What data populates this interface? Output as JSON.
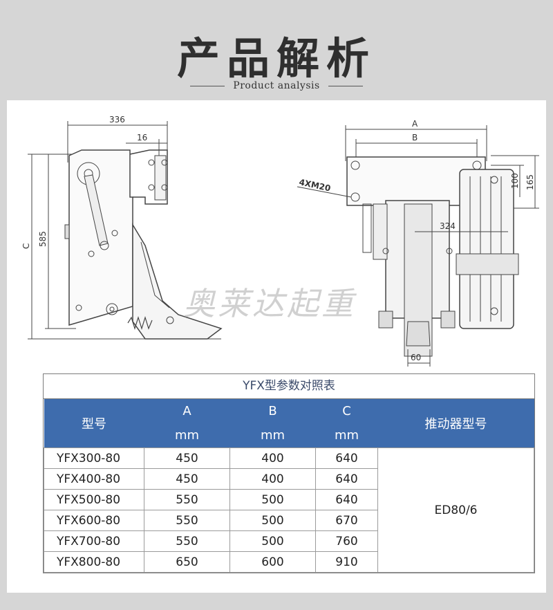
{
  "header": {
    "title": "产品解析",
    "subtitle": "Product analysis"
  },
  "drawing": {
    "dims_left": {
      "width_total": "336",
      "bracket": "16",
      "height": "585",
      "overall": "C"
    },
    "dims_right": {
      "a": "A",
      "b": "B",
      "bolts": "4XM20",
      "h100": "100",
      "h165": "165",
      "w324": "324",
      "w60": "60"
    },
    "watermark": "奥莱达起重"
  },
  "table": {
    "caption": "YFX型参数对照表",
    "headers": {
      "model": "型号",
      "a": "A",
      "b": "B",
      "c": "C",
      "unit": "mm",
      "actuator": "推动器型号"
    },
    "actuator_value": "ED80/6",
    "rows": [
      {
        "model": "YFX300-80",
        "a": "450",
        "b": "400",
        "c": "640"
      },
      {
        "model": "YFX400-80",
        "a": "450",
        "b": "400",
        "c": "640"
      },
      {
        "model": "YFX500-80",
        "a": "550",
        "b": "500",
        "c": "640"
      },
      {
        "model": "YFX600-80",
        "a": "550",
        "b": "500",
        "c": "670"
      },
      {
        "model": "YFX700-80",
        "a": "550",
        "b": "500",
        "c": "760"
      },
      {
        "model": "YFX800-80",
        "a": "650",
        "b": "600",
        "c": "910"
      }
    ]
  }
}
